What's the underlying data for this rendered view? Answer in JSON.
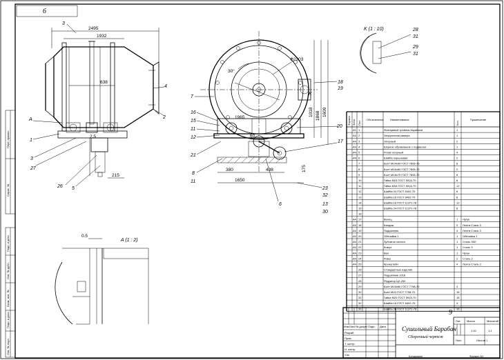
{
  "sheet": {
    "format_tag": "6",
    "view_k_label": "K (1 : 10)",
    "view_a_label": "A (1 : 2)",
    "sheet_no": "9"
  },
  "front_view": {
    "dims": [
      "2495",
      "1932",
      "638",
      "2.5",
      "215"
    ],
    "leaders": [
      "3",
      "A",
      "1",
      "3",
      "27",
      "26",
      "5",
      "4",
      "2"
    ]
  },
  "side_view": {
    "dims": [
      "Ф2203",
      "1018",
      "1609",
      "1868",
      "1965",
      "60",
      "380",
      "498",
      "1650",
      "175",
      "30°",
      "K"
    ],
    "leaders": [
      "7",
      "16",
      "15",
      "11",
      "12",
      "21",
      "8",
      "11",
      "18",
      "19",
      "20",
      "17",
      "23",
      "32",
      "13",
      "30",
      "6"
    ]
  },
  "detail_k": {
    "leaders": [
      "28",
      "31",
      "29",
      "31"
    ]
  },
  "detail_a": {
    "dims": [
      "0.5"
    ]
  },
  "left_strip": [
    "Перв. примен.",
    "Справ. №",
    "Подп. и дата",
    "Инв. № дубл.",
    "Взам. инв. №",
    "Подп. и дата",
    "Инв. № подл."
  ],
  "bom": {
    "headers": [
      "Формат",
      "Зона",
      "Поз.",
      "Обозначение",
      "Наименование",
      "Кол.",
      "Примечание"
    ],
    "rows": [
      {
        "pos": "1",
        "fmt": "А1",
        "name": "Фланцевый тройник барабана",
        "qty": "1",
        "note": ""
      },
      {
        "pos": "2",
        "fmt": "А4",
        "name": "Загрузочная камера",
        "qty": "1",
        "note": ""
      },
      {
        "pos": "3",
        "fmt": "А4",
        "name": "Опорный",
        "qty": "2",
        "note": ""
      },
      {
        "pos": "4",
        "fmt": "А4",
        "name": "Шорное обрамление с подвесом",
        "qty": "1",
        "note": ""
      },
      {
        "pos": "5",
        "fmt": "А4",
        "name": "Ролик опорный",
        "qty": "4",
        "note": ""
      },
      {
        "pos": "6",
        "fmt": "А4",
        "name": "Шайба поршневая",
        "qty": "2",
        "note": ""
      },
      {
        "pos": "7",
        "fmt": "",
        "name": "Болт М24х90 ГОСТ 7805-70",
        "qty": "8",
        "note": ""
      },
      {
        "pos": "8",
        "fmt": "",
        "name": "Болт М16х60 ГОСТ 7805-70",
        "qty": "2",
        "note": ""
      },
      {
        "pos": "9",
        "fmt": "",
        "name": "Болт М18х70 ГОСТ 7805-70",
        "qty": "8",
        "note": ""
      },
      {
        "pos": "10",
        "fmt": "",
        "name": "Гайка М24 ГОСТ 5915-70",
        "qty": "8",
        "note": ""
      },
      {
        "pos": "11",
        "fmt": "",
        "name": "Гайка М16 ГОСТ 5915-70",
        "qty": "12",
        "note": ""
      },
      {
        "pos": "12",
        "fmt": "",
        "name": "Шайба 24 ГОСТ 6402-70",
        "qty": "8",
        "note": ""
      },
      {
        "pos": "13",
        "fmt": "",
        "name": "Шайба 16 ГОСТ 6402-70",
        "qty": "8",
        "note": ""
      },
      {
        "pos": "14",
        "fmt": "",
        "name": "Шайба 18 ГОСТ 11371-78",
        "qty": "12",
        "note": ""
      },
      {
        "pos": "15",
        "fmt": "",
        "name": "Шайба 24 ГОСТ 11371-78",
        "qty": "8",
        "note": ""
      },
      {
        "pos": "16",
        "fmt": "",
        "name": "",
        "qty": "",
        "note": ""
      },
      {
        "pos": "17",
        "fmt": "А4",
        "name": "Венец",
        "qty": "1",
        "note": "Чугун"
      },
      {
        "pos": "18",
        "fmt": "А4",
        "name": "Бандаж",
        "qty": "2",
        "note": "Лента Сталь 3"
      },
      {
        "pos": "19",
        "fmt": "А4",
        "name": "Подшипник",
        "qty": "4",
        "note": "Лента Сталь 3"
      },
      {
        "pos": "20",
        "fmt": "А4",
        "name": "Обечайка 1",
        "qty": "1",
        "note": "Обечайка 1"
      },
      {
        "pos": "21",
        "fmt": "А4",
        "name": "Зубчатое колесо",
        "qty": "1",
        "note": "Сталь 35Л"
      },
      {
        "pos": "22",
        "fmt": "А4",
        "name": "Кожух",
        "qty": "1",
        "note": "Сталь 3"
      },
      {
        "pos": "23",
        "fmt": "А4",
        "name": "Вал",
        "qty": "1",
        "note": "Чугун"
      },
      {
        "pos": "24",
        "fmt": "А4",
        "name": "Рама",
        "qty": "2",
        "note": "Сталь 3"
      },
      {
        "pos": "25",
        "fmt": "А4",
        "name": "Кронштейн",
        "qty": "4",
        "note": "Лента Сталь 2"
      },
      {
        "pos": "26",
        "fmt": "",
        "name": "Стандартные изделия",
        "qty": "",
        "note": ""
      },
      {
        "pos": "27",
        "fmt": "",
        "name": "Подшипник 1018",
        "qty": "",
        "note": ""
      },
      {
        "pos": "28",
        "fmt": "",
        "name": "Редуктор Ц2-250",
        "qty": "",
        "note": ""
      },
      {
        "pos": "29",
        "fmt": "",
        "name": "Болт М16х60 ГОСТ 7798-70",
        "qty": "4",
        "note": ""
      },
      {
        "pos": "30",
        "fmt": "",
        "name": "Болт М20 ГОСТ 7798-70",
        "qty": "16",
        "note": ""
      },
      {
        "pos": "31",
        "fmt": "",
        "name": "Гайка М20 ГОСТ 5915-70",
        "qty": "16",
        "note": ""
      },
      {
        "pos": "32",
        "fmt": "",
        "name": "Шайба 16 ГОСТ 6402-70",
        "qty": "4",
        "note": ""
      },
      {
        "pos": "33",
        "fmt": "",
        "name": "Шайба 20 ГОСТ 11371-78",
        "qty": "16",
        "note": ""
      }
    ]
  },
  "title_block": {
    "title": "Сушильный Барабан",
    "subtitle": "Сборочный чертеж",
    "col_headers": [
      "Изм.",
      "Лист",
      "№ докум.",
      "Подп.",
      "Дата"
    ],
    "roles": [
      "Разраб.",
      "Пров.",
      "Т. контр.",
      "",
      "Н. контр.",
      "Утв."
    ],
    "lit_header": "Лит.",
    "mass_header": "Масса",
    "scale_header": "Масштаб",
    "scale": "1:1",
    "sheet_label": "Лист",
    "sheets_label": "Листов 1",
    "mass": "1:10",
    "copy": "Копировал",
    "format": "Формат А1"
  }
}
